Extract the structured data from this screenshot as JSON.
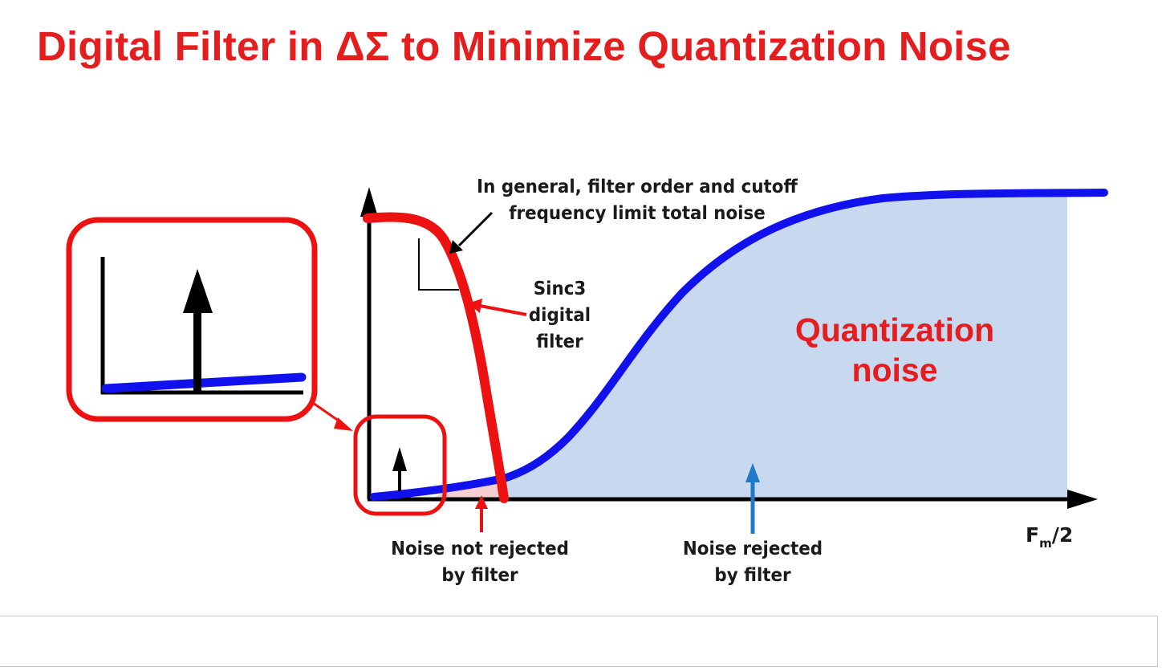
{
  "title": "Digital Filter in ΔΣ to Minimize Quantization Noise",
  "annotations": {
    "general_line1": "In general, filter order and cutoff",
    "general_line2": "frequency limit total noise",
    "sinc3_line1": "Sinc3",
    "sinc3_line2": "digital",
    "sinc3_line3": "filter",
    "quant_line1": "Quantization",
    "quant_line2": "noise",
    "not_rejected_line1": "Noise not rejected",
    "not_rejected_line2": "by filter",
    "rejected_line1": "Noise rejected",
    "rejected_line2": "by filter",
    "axis_end_main": "F",
    "axis_end_sub": "m",
    "axis_end_tail": "/2"
  },
  "colors": {
    "title": "#e41e1e",
    "filter_curve": "#ee1111",
    "noise_curve": "#1111ee",
    "noise_fill": "#c7d8ef",
    "callout_arrow_blue": "#1f78c8",
    "axes": "#000000"
  }
}
